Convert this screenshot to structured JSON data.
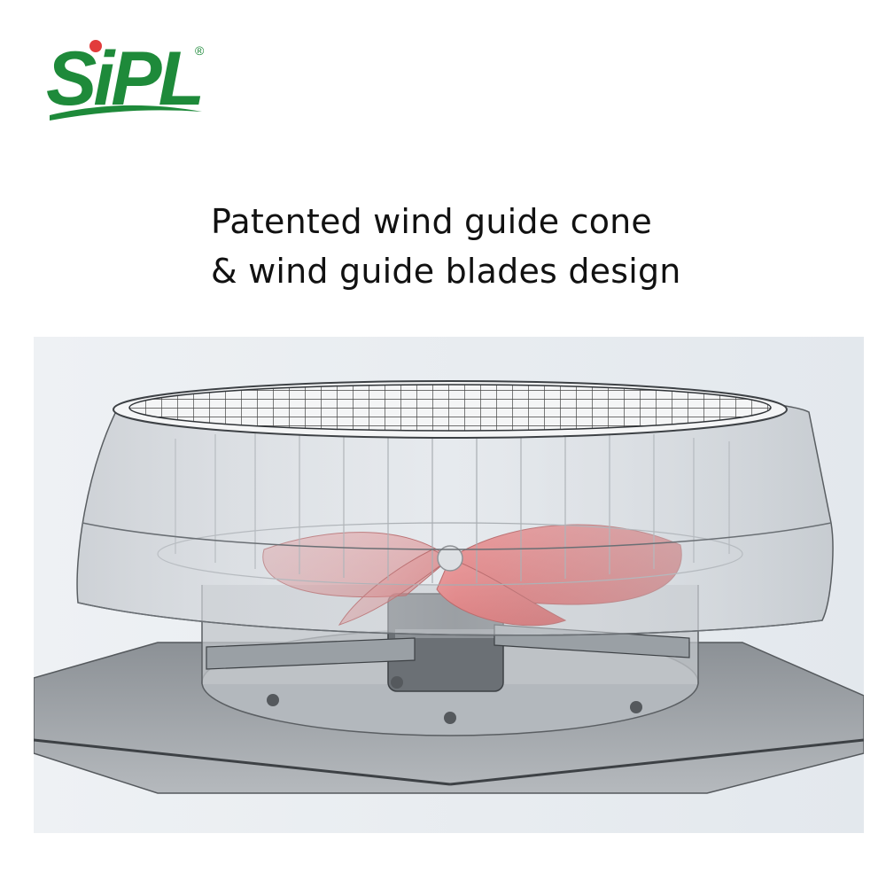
{
  "brand": {
    "logo_text": "SiPL",
    "registered_mark": "®",
    "logo_color": "#1e8a3a",
    "accent_color": "#e23b3b"
  },
  "caption": {
    "line1": "Patented wind guide cone",
    "line2": "& wind guide blades design"
  },
  "render": {
    "fan_blade_color": "#e32a2a",
    "housing_color": "#c9ced3",
    "background_color": "#e9edf1"
  }
}
